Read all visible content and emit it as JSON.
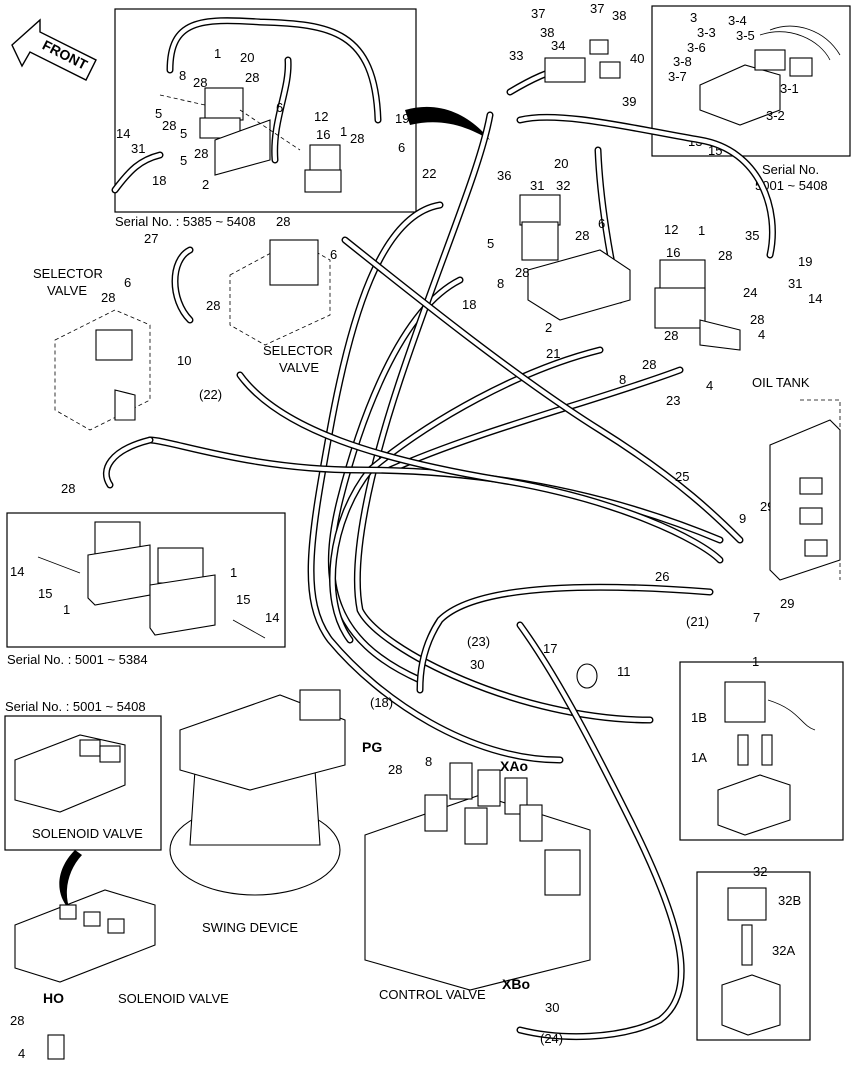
{
  "direction_label": "FRONT",
  "serial_labels": {
    "inset_top": "Serial No. : 5385 ~ 5408",
    "inset_3": "Serial No.",
    "inset_3_range": "5001 ~ 5408",
    "inset_left": "Serial No. : 5001 ~ 5384",
    "inset_solenoid": "Serial No. : 5001 ~ 5408"
  },
  "component_labels": {
    "selector_valve_1a": "SELECTOR",
    "selector_valve_1b": "VALVE",
    "selector_valve_2a": "SELECTOR",
    "selector_valve_2b": "VALVE",
    "oil_tank": "OIL TANK",
    "swing_device": "SWING DEVICE",
    "control_valve": "CONTROL VALVE",
    "solenoid_valve_inset": "SOLENOID VALVE",
    "solenoid_valve_bottom": "SOLENOID VALVE"
  },
  "port_labels": {
    "pg": "PG",
    "xao": "XAo",
    "xbo": "XBo",
    "ho": "HO"
  },
  "part_numbers": {
    "inset_top": [
      "1",
      "8",
      "20",
      "28",
      "28",
      "6",
      "5",
      "28",
      "5",
      "14",
      "31",
      "18",
      "5",
      "28",
      "2",
      "12",
      "16",
      "1",
      "28",
      "19",
      "6"
    ],
    "inset_3": [
      "37",
      "37",
      "38",
      "38",
      "34",
      "33",
      "40",
      "39",
      "3",
      "3-4",
      "3-3",
      "3-5",
      "3-6",
      "3-8",
      "3-7",
      "3-1",
      "3-2",
      "13",
      "15"
    ],
    "main": [
      "22",
      "36",
      "31",
      "32",
      "20",
      "6",
      "28",
      "5",
      "8",
      "18",
      "28",
      "2",
      "12",
      "16",
      "1",
      "35",
      "19",
      "28",
      "24",
      "31",
      "14",
      "28",
      "4",
      "28",
      "4",
      "21",
      "8",
      "28",
      "23",
      "27",
      "28",
      "6",
      "28",
      "10",
      "(22)",
      "28",
      "6",
      "25",
      "29",
      "9",
      "26",
      "(21)",
      "7",
      "29",
      "(23)",
      "30",
      "17",
      "11",
      "(18)",
      "8",
      "28",
      "30",
      "(24)"
    ],
    "inset_left": [
      "14",
      "15",
      "1",
      "1",
      "15",
      "14"
    ],
    "inset_1": [
      "1",
      "1B",
      "1A"
    ],
    "inset_32": [
      "32",
      "32B",
      "32A"
    ],
    "bottom_left": [
      "28",
      "4"
    ]
  }
}
